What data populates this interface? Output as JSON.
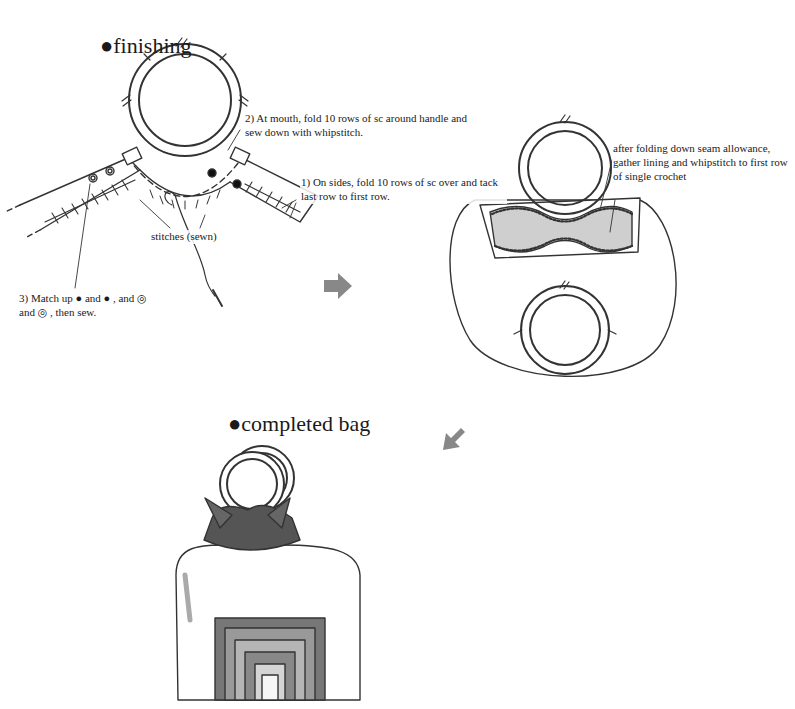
{
  "diagram": {
    "title": "●finishing",
    "labels": [
      "2) At mouth, fold 10 rows of sc around handle and sew down with whipstitch.",
      "1) On sides, fold 10 rows of sc over and tack last row to first row.",
      "stitches (sewn)",
      "3) Match up ● and ● , and ◎ and ◎ , then sew.",
      "after folding down seam allowance, gather lining and whipstitch to first row of single crochet",
      "●completed bag"
    ]
  }
}
